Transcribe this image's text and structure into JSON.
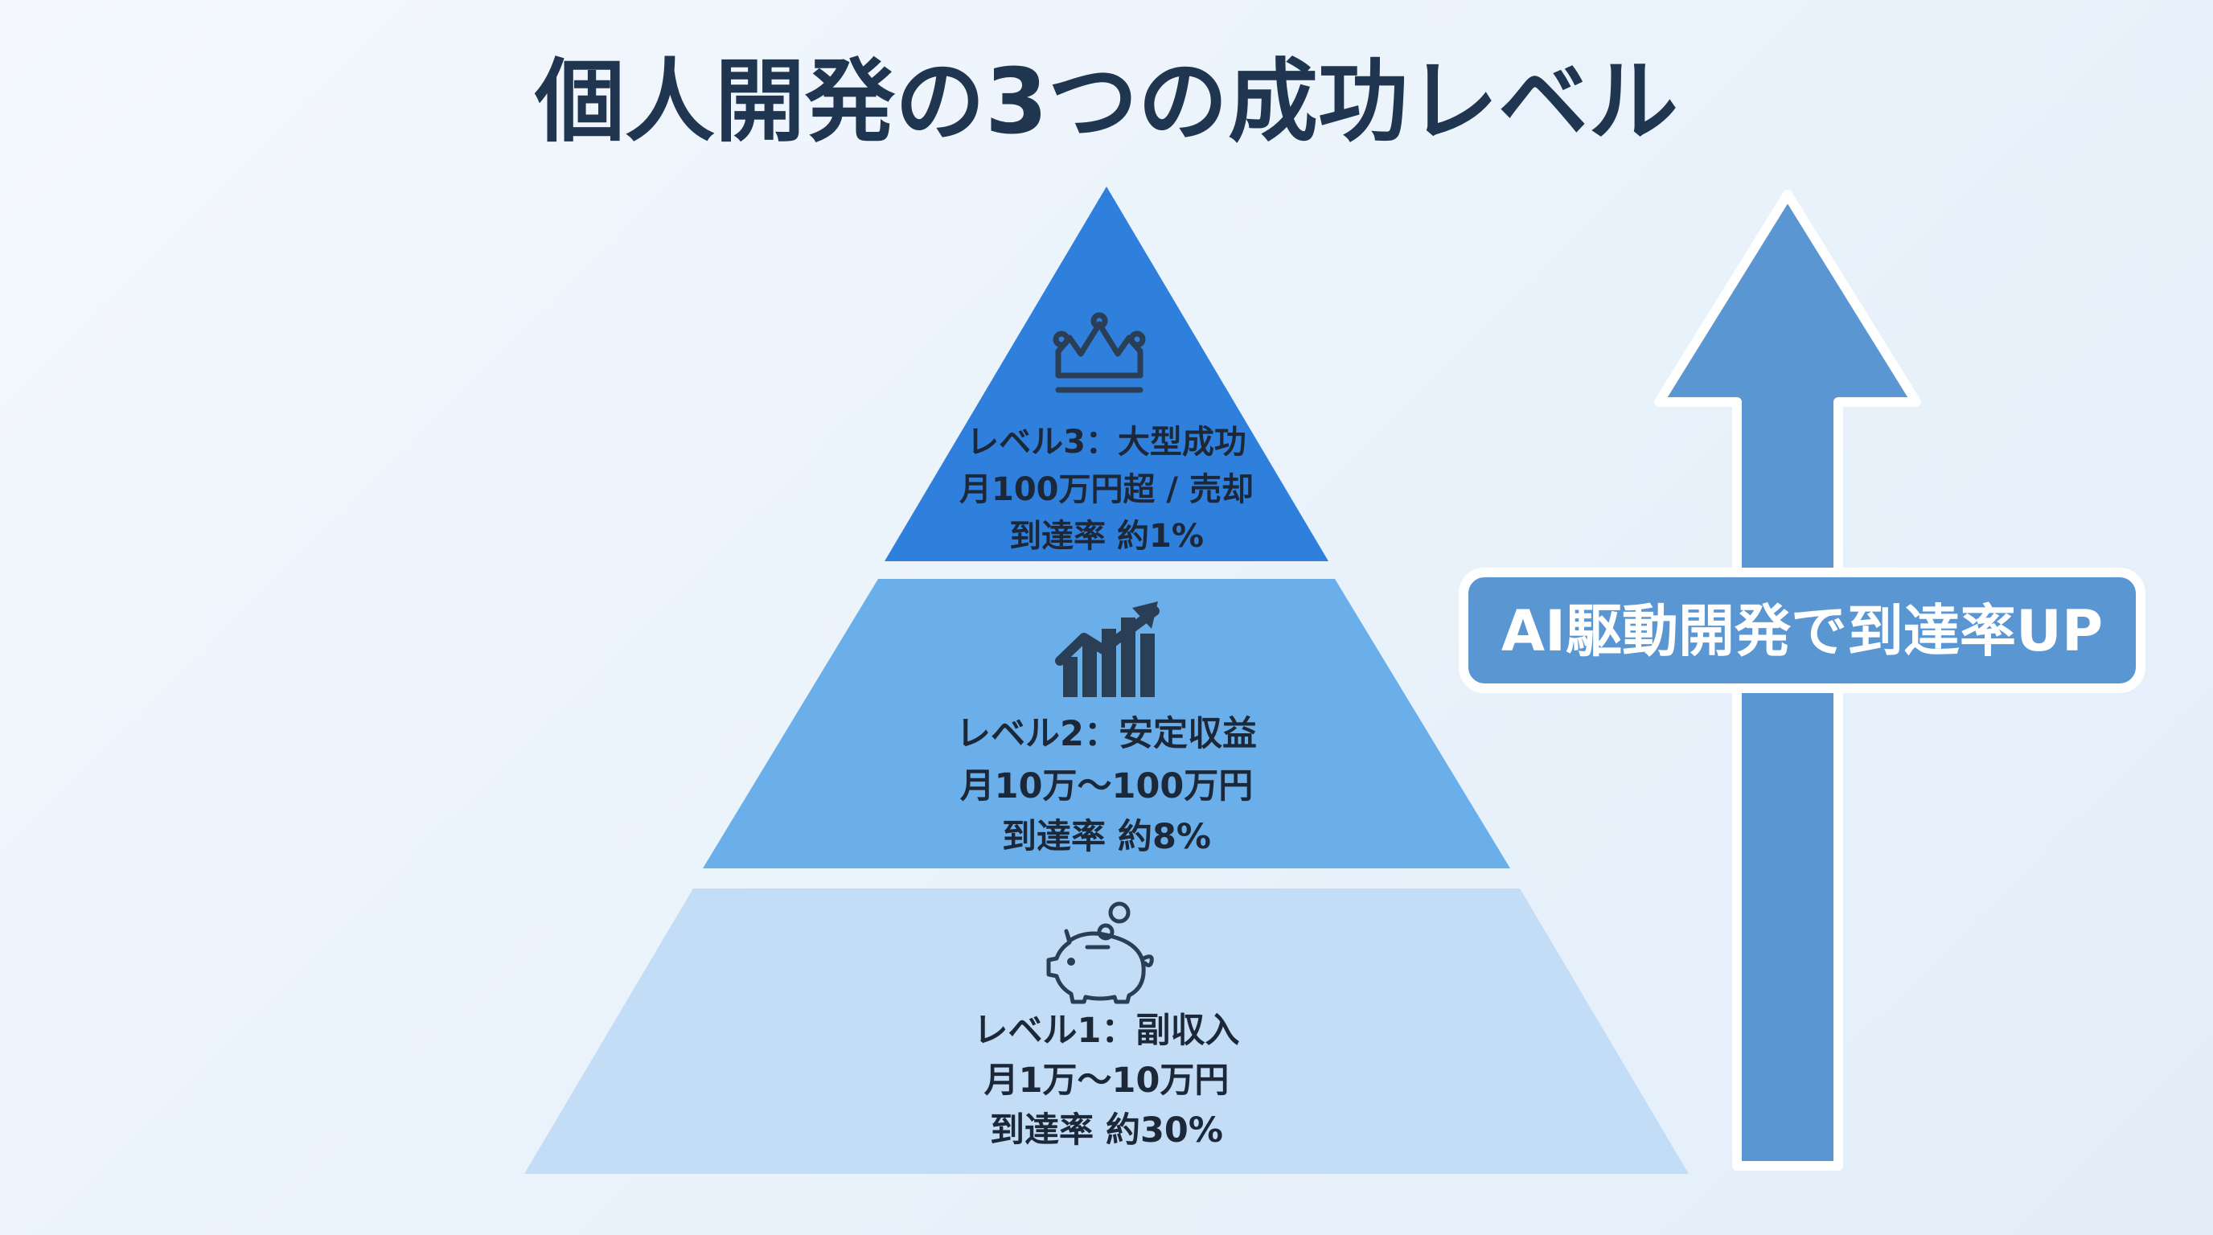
{
  "title": "個人開発の3つの成功レベル",
  "tiers": [
    {
      "level": "レベル3：大型成功",
      "income": "月100万円超 / 売却",
      "rate": "到達率 約1%",
      "icon": "crown-icon",
      "color": "#2f7fdc"
    },
    {
      "level": "レベル2：安定収益",
      "income": "月10万〜100万円",
      "rate": "到達率 約8%",
      "icon": "growth-chart-icon",
      "color": "#6aaeea"
    },
    {
      "level": "レベル1：副収入",
      "income": "月1万〜10万円",
      "rate": "到達率 約30%",
      "icon": "piggy-bank-icon",
      "color": "#c2ddf5"
    }
  ],
  "arrow": {
    "label": "AI駆動開発で到達率UP",
    "color": "#5a97d2"
  },
  "colors": {
    "title": "#1f3550",
    "text": "#1c2838",
    "icon": "#2a3e56",
    "background": "#eaf2fb"
  }
}
